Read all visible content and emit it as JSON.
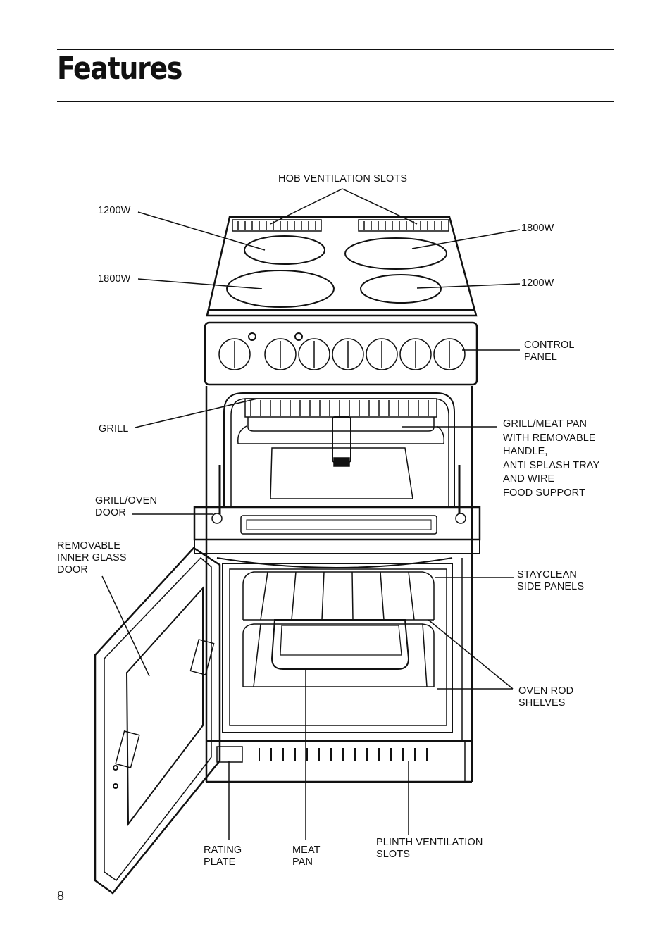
{
  "page": {
    "title": "Features",
    "page_number": "8"
  },
  "labels": {
    "hob_ventilation_slots": "HOB VENTILATION SLOTS",
    "rear_left_hotplate": "1200W",
    "front_left_hotplate": "1800W",
    "rear_right_hotplate": "1800W",
    "front_right_hotplate": "1200W",
    "control_panel": "CONTROL\nPANEL",
    "grill": "GRILL",
    "grill_meat_pan": "GRILL/MEAT PAN\nWITH REMOVABLE\nHANDLE,\nANTI SPLASH TRAY\nAND WIRE\nFOOD SUPPORT",
    "grill_oven_door": "GRILL/OVEN\nDOOR",
    "removable_inner_glass_door": "REMOVABLE\nINNER GLASS\nDOOR",
    "stayclean_side_panels": "STAYCLEAN\nSIDE PANELS",
    "oven_rod_shelves": "OVEN ROD\nSHELVES",
    "rating_plate": "RATING\nPLATE",
    "meat_pan": "MEAT\nPAN",
    "plinth_ventilation_slots": "PLINTH VENTILATION\nSLOTS"
  }
}
